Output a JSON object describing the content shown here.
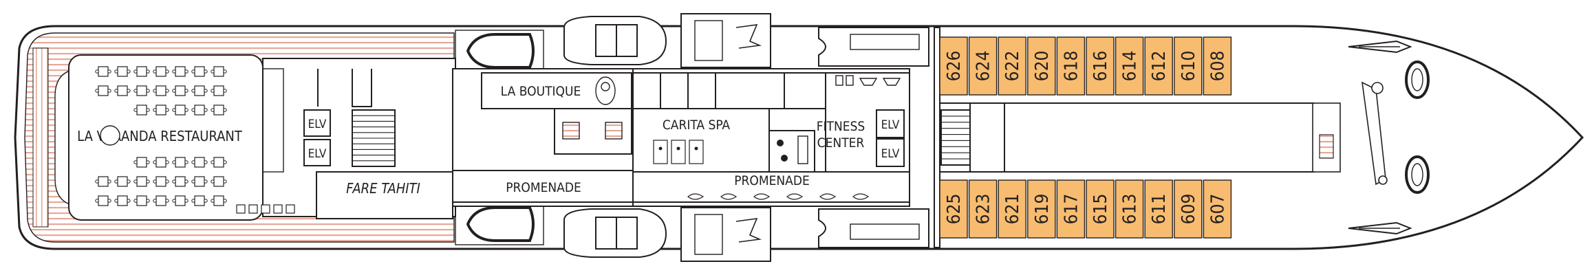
{
  "colors": {
    "cabin_fill": "#F7BC70",
    "line": "#231F20",
    "deck": "#F2D4C6",
    "background": "#FFFFFF"
  },
  "venues": {
    "restaurant": "LA VERANDA RESTAURANT",
    "lounge": "FARE TAHITI",
    "boutique": "LA BOUTIQUE",
    "spa": "CARITA SPA",
    "fitness_line1": "FITNESS",
    "fitness_line2": "CENTER",
    "promenade_aft": "PROMENADE",
    "promenade_mid": "PROMENADE"
  },
  "elevators": {
    "aft_upper": "ELV",
    "aft_lower": "ELV",
    "fwd_upper": "ELV",
    "fwd_lower": "ELV"
  },
  "cabins": {
    "starboard": [
      "626",
      "624",
      "622",
      "620",
      "618",
      "616",
      "614",
      "612",
      "610",
      "608"
    ],
    "port": [
      "625",
      "623",
      "621",
      "619",
      "617",
      "615",
      "613",
      "611",
      "609",
      "607"
    ]
  }
}
